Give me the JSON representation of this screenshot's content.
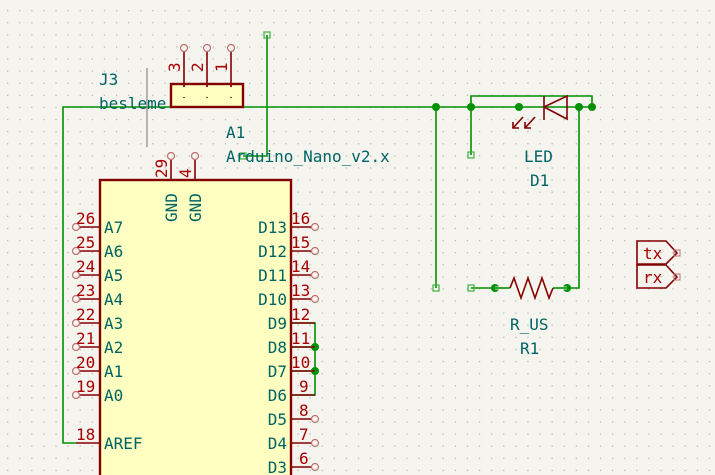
{
  "colors": {
    "background": "#f5f4ef",
    "wire": "#009100",
    "symbol": "#840000",
    "symbol_fill": "#ffffc2",
    "text": "#006464",
    "pin_number": "#a80000"
  },
  "j3": {
    "ref": "J3",
    "value": "besleme",
    "pins": [
      "3",
      "2",
      "1"
    ]
  },
  "a1": {
    "ref": "A1",
    "value": "Arduino_Nano_v2.x",
    "top_pins": [
      {
        "num": "29",
        "name": "GND"
      },
      {
        "num": "4",
        "name": "GND"
      }
    ],
    "left_pins": [
      {
        "num": "26",
        "name": "A7"
      },
      {
        "num": "25",
        "name": "A6"
      },
      {
        "num": "24",
        "name": "A5"
      },
      {
        "num": "23",
        "name": "A4"
      },
      {
        "num": "22",
        "name": "A3"
      },
      {
        "num": "21",
        "name": "A2"
      },
      {
        "num": "20",
        "name": "A1"
      },
      {
        "num": "19",
        "name": "A0"
      },
      {
        "num": "18",
        "name": "AREF"
      }
    ],
    "right_pins": [
      {
        "num": "16",
        "name": "D13"
      },
      {
        "num": "15",
        "name": "D12"
      },
      {
        "num": "14",
        "name": "D11"
      },
      {
        "num": "13",
        "name": "D10"
      },
      {
        "num": "12",
        "name": "D9"
      },
      {
        "num": "11",
        "name": "D8"
      },
      {
        "num": "10",
        "name": "D7"
      },
      {
        "num": "9",
        "name": "D6"
      },
      {
        "num": "8",
        "name": "D5"
      },
      {
        "num": "7",
        "name": "D4"
      },
      {
        "num": "6",
        "name": "D3"
      }
    ]
  },
  "d1": {
    "ref": "D1",
    "value": "LED"
  },
  "r1": {
    "ref": "R1",
    "value": "R_US"
  },
  "labels": {
    "tx": "tx",
    "rx": "rx"
  }
}
